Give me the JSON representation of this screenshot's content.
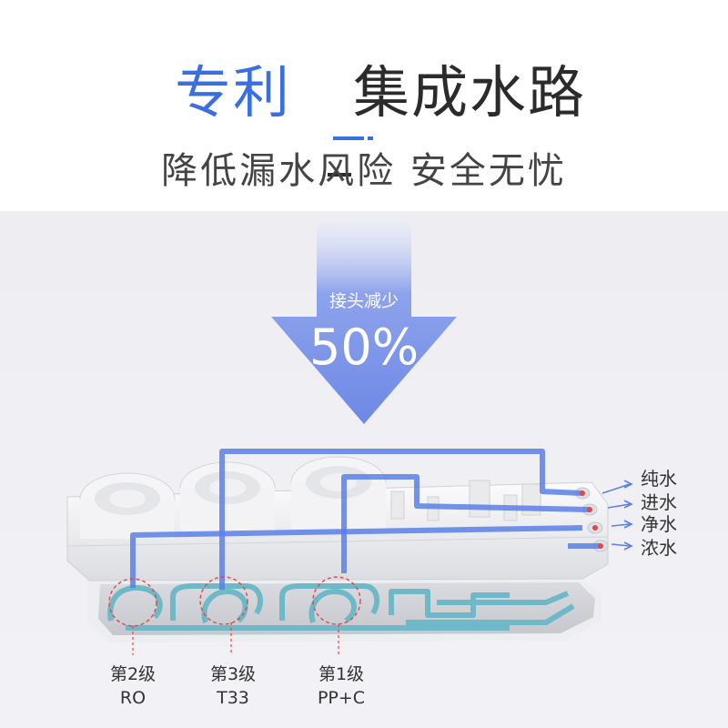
{
  "header": {
    "title_highlight": "专利",
    "title_main": "集成水路",
    "subtitle": "降低漏水风险 安全无忧"
  },
  "callout": {
    "caption": "接头减少",
    "value": "50%"
  },
  "ports": [
    {
      "label": "纯水"
    },
    {
      "label": "进水"
    },
    {
      "label": "净水"
    },
    {
      "label": "浓水"
    }
  ],
  "stages": [
    {
      "level": "第2级",
      "name": "RO"
    },
    {
      "level": "第3级",
      "name": "T33"
    },
    {
      "level": "第1级",
      "name": "PP+C"
    }
  ],
  "colors": {
    "accent": "#3a6fe0",
    "arrow": "#6f8be8",
    "flow": "#5b7fe6",
    "channel": "#6fb8c8",
    "highlight": "#e04848"
  }
}
